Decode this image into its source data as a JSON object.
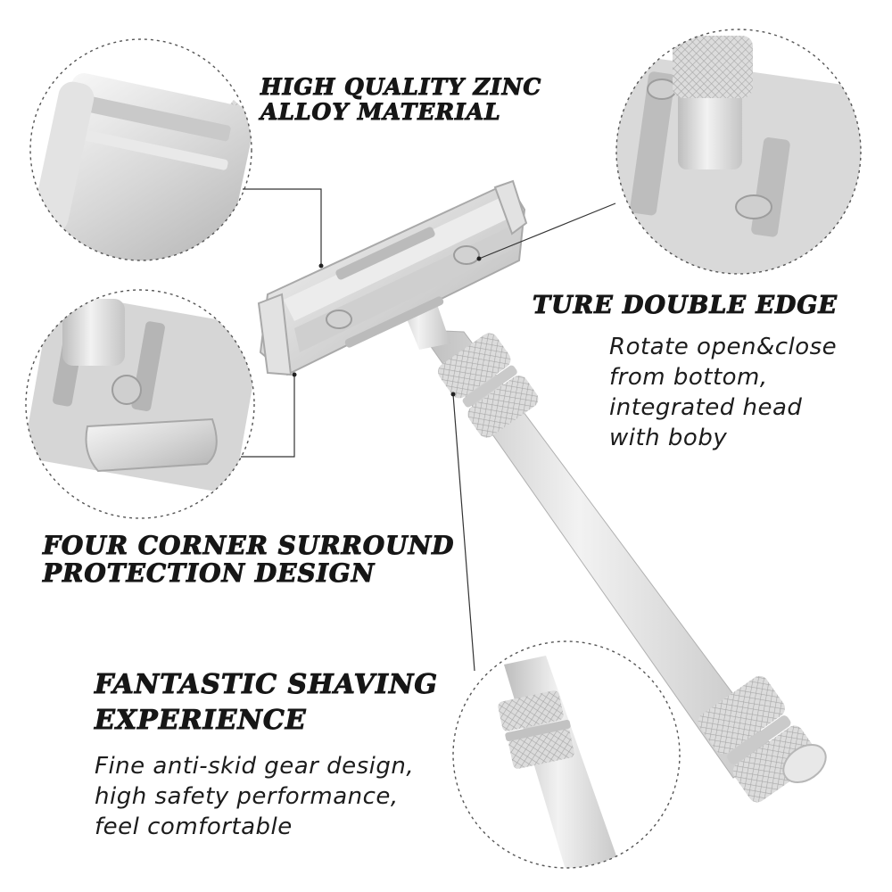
{
  "features": {
    "zinc": {
      "title_lines": [
        "HIGH QUALITY ZINC",
        "ALLOY MATERIAL"
      ]
    },
    "double_edge": {
      "title": "TURE DOUBLE EDGE",
      "desc_lines": [
        "Rotate open&close",
        "from bottom,",
        "integrated head",
        "with boby"
      ]
    },
    "corner": {
      "title_lines": [
        "FOUR CORNER SURROUND",
        "PROTECTION DESIGN"
      ]
    },
    "shaving": {
      "title_lines": [
        "FANTASTIC SHAVING",
        "EXPERIENCE"
      ],
      "desc_lines": [
        "Fine anti-skid gear design,",
        "high safety performance,",
        "feel comfortable"
      ]
    }
  },
  "colors": {
    "text": "#161616",
    "metal_light": "#eeeeee",
    "metal_mid": "#cfcfcf",
    "metal_dark": "#9a9a9a",
    "callout": "#333333"
  }
}
